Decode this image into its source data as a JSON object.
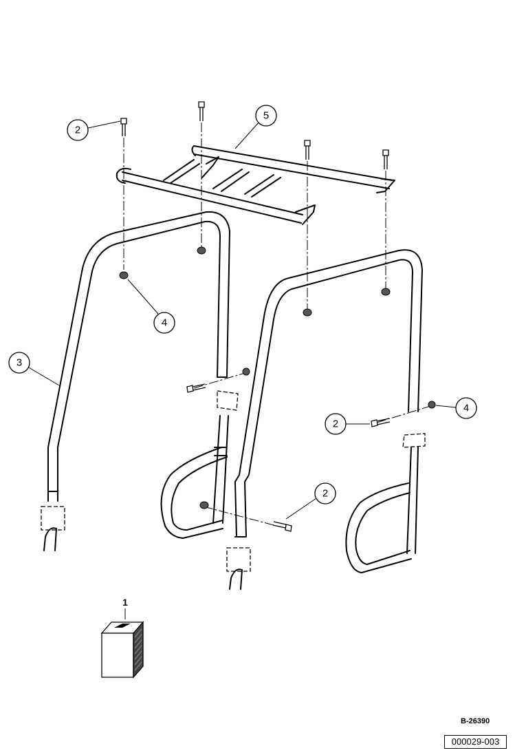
{
  "callouts": {
    "c2_top": "2",
    "c5": "5",
    "c4_left": "4",
    "c3": "3",
    "c2_mid": "2",
    "c4_right": "4",
    "c2_bottom": "2"
  },
  "kit_label": "1",
  "doc_code": "B-26390",
  "part_number": "000029-003"
}
